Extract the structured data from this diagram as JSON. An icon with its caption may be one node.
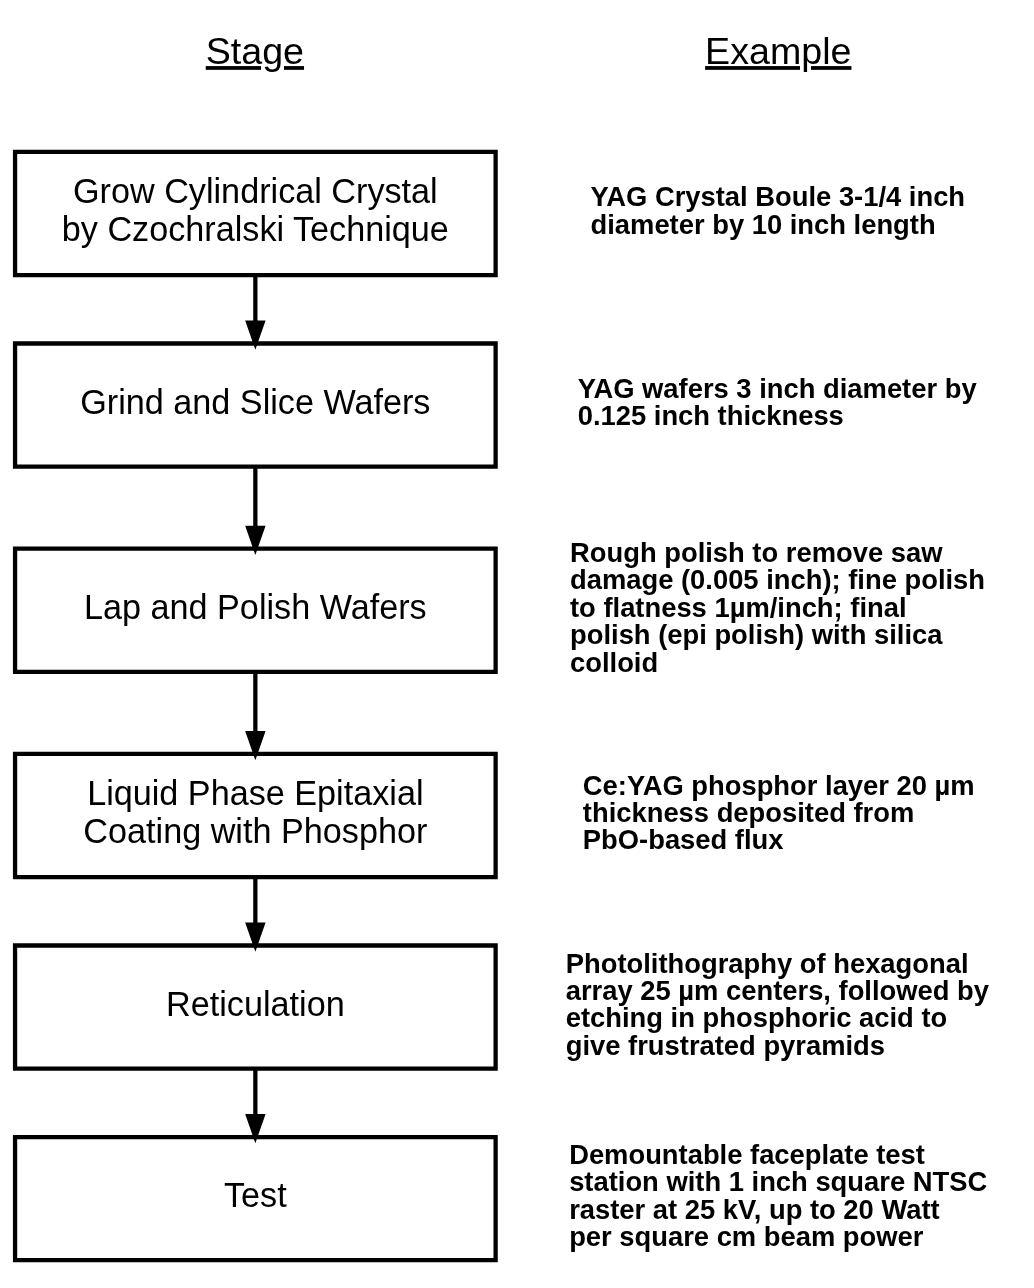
{
  "diagram": {
    "nodes": [
      {
        "text": [
          "Grow Cylindrical Crystal by Czochralski Technique"
        ],
        "beside": [
          "YAG Crystal Boule 3-1/4 inch diameter by 10 inch length"
        ]
      },
      {
        "text": [
          "Grind and Slice Wafers"
        ],
        "beside": [
          "YAG wafers 3 inch diameter by 0.125 inch thickness"
        ]
      },
      {
        "text": [
          "Lap and Polish Wafers"
        ],
        "beside": [
          "Rough polish to remove saw damage (0.005 inch); fine polish to flatness 1µm/inch; final polish (epi polish) with silica colloid"
        ]
      },
      {
        "text": [
          "Liquid Phase Epitaxial Coating with Phosphor"
        ],
        "beside": [
          "Ce:YAG phosphor layer 20 µm thickness deposited from PbO-based flux"
        ]
      },
      {
        "text": [
          "Reticulation"
        ],
        "beside": [
          "Photolithography of hexagonal array 25 µm centers, followed by etching in phosphoric acid to give frustrated pyramids"
        ]
      },
      {
        "text": [
          "Test"
        ],
        "beside": [
          "Demountable faceplate test station with 1 inch square NTSC raster at 25 kV, up to 20 Watt per square cm beam power"
        ]
      }
    ],
    "edges": [
      {
        "from": 0,
        "to": 1,
        "arrow": "to"
      },
      {
        "from": 1,
        "to": 2,
        "arrow": "to"
      },
      {
        "from": 2,
        "to": 3,
        "arrow": "to"
      },
      {
        "from": 3,
        "to": 4,
        "arrow": "to"
      },
      {
        "from": 4,
        "to": 5,
        "arrow": "to"
      }
    ],
    "labels": [
      "Stage",
      "Example"
    ]
  }
}
